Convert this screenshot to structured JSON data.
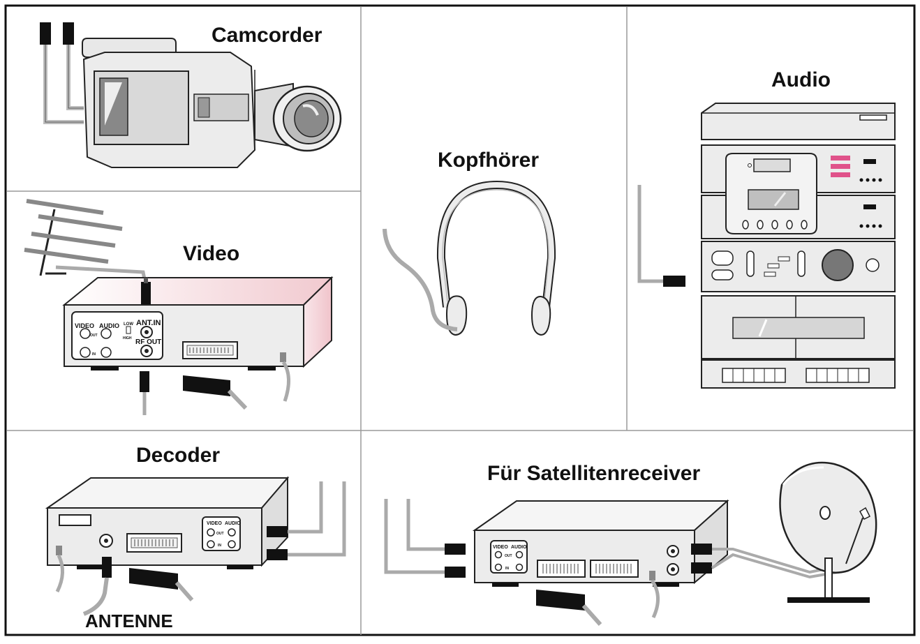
{
  "panels": {
    "camcorder": {
      "title": "Camcorder"
    },
    "video": {
      "title": "Video",
      "panel_labels": {
        "video": "VIDEO",
        "audio": "AUDIO",
        "out": "OUT",
        "in": "IN",
        "low": "LOW",
        "high": "HIGH",
        "ant_in": "ANT.IN",
        "rf_out": "RF OUT"
      }
    },
    "headphones": {
      "title": "Kopfhörer"
    },
    "audio": {
      "title": "Audio"
    },
    "decoder": {
      "title": "Decoder",
      "antenna_label": "ANTENNE",
      "panel_labels": {
        "video": "VIDEO",
        "audio": "AUDIO",
        "out": "OUT",
        "in": "IN"
      }
    },
    "satellite": {
      "title": "Für Satellitenreceiver",
      "panel_labels": {
        "video": "VIDEO",
        "audio": "AUDIO",
        "out": "OUT",
        "in": "IN"
      }
    }
  },
  "colors": {
    "frame": "#111111",
    "divider": "#9a9a9a",
    "device_body": "#ececec",
    "device_shade": "#d4d4d4",
    "cable": "#a8a8a8",
    "accent_pink": "#e0528a",
    "vcr_tint": "#f6dde0"
  }
}
